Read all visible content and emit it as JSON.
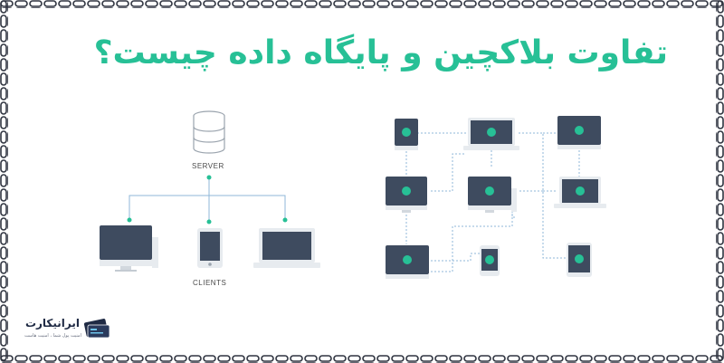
{
  "title": "تفاوت بلاکچین و پایگاه داده چیست؟",
  "centralized": {
    "server_label": "SERVER",
    "clients_label": "CLIENTS"
  },
  "brand": {
    "name": "ایرانیکارت",
    "tagline": "امنیت پول شما ، امنیت هاست"
  },
  "colors": {
    "accent": "#27c096",
    "device": "#3e4b5f",
    "device_light": "#e7ebef",
    "connector": "#8fb7d8",
    "chain": "#2f3440"
  }
}
